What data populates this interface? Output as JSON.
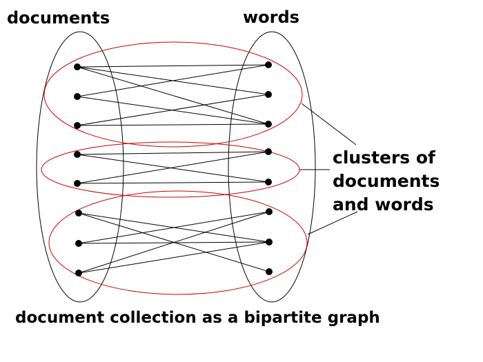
{
  "labels": {
    "documents": "documents",
    "words": "words",
    "clusters": [
      "clusters of",
      "documents",
      "and words"
    ],
    "caption": "document collection as a bipartite graph"
  },
  "colors": {
    "ink": "#000000",
    "cluster": "#cc0000",
    "background": "#ffffff"
  },
  "graph": {
    "documents": [
      "d1",
      "d2",
      "d3",
      "d4",
      "d5",
      "d6",
      "d7",
      "d8"
    ],
    "words": [
      "w1",
      "w2",
      "w3",
      "w4",
      "w5",
      "w6",
      "w7",
      "w8"
    ],
    "edges": [
      [
        "d1",
        "w1"
      ],
      [
        "d1",
        "w2"
      ],
      [
        "d1",
        "w3"
      ],
      [
        "d2",
        "w1"
      ],
      [
        "d2",
        "w3"
      ],
      [
        "d3",
        "w2"
      ],
      [
        "d3",
        "w3"
      ],
      [
        "d4",
        "w4"
      ],
      [
        "d4",
        "w5"
      ],
      [
        "d5",
        "w4"
      ],
      [
        "d5",
        "w5"
      ],
      [
        "d6",
        "w7"
      ],
      [
        "d6",
        "w8"
      ],
      [
        "d7",
        "w6"
      ],
      [
        "d7",
        "w7"
      ],
      [
        "d8",
        "w6"
      ],
      [
        "d8",
        "w7"
      ]
    ],
    "clusters": [
      {
        "documents": [
          "d1",
          "d2",
          "d3"
        ],
        "words": [
          "w1",
          "w2",
          "w3"
        ]
      },
      {
        "documents": [
          "d4",
          "d5"
        ],
        "words": [
          "w4",
          "w5"
        ]
      },
      {
        "documents": [
          "d6",
          "d7",
          "d8"
        ],
        "words": [
          "w6",
          "w7",
          "w8"
        ]
      }
    ]
  }
}
